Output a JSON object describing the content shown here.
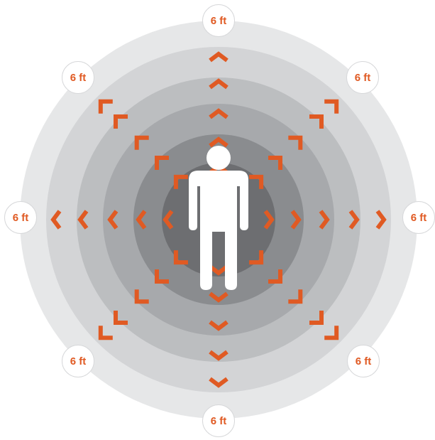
{
  "graphic": {
    "distance_label": "6 ft",
    "accent_color": "#e05a23",
    "figure_color": "#ffffff",
    "ring_colors": [
      "#e6e7e8",
      "#d3d4d6",
      "#bcbec0",
      "#a7a9ac",
      "#8a8c8f",
      "#6d6e71"
    ],
    "label_positions": [
      "top",
      "top-right",
      "right",
      "bottom-right",
      "bottom",
      "bottom-left",
      "left",
      "top-left"
    ],
    "icon": "standing-person-icon",
    "arrow_icon": "chevron-arrow-icon"
  }
}
